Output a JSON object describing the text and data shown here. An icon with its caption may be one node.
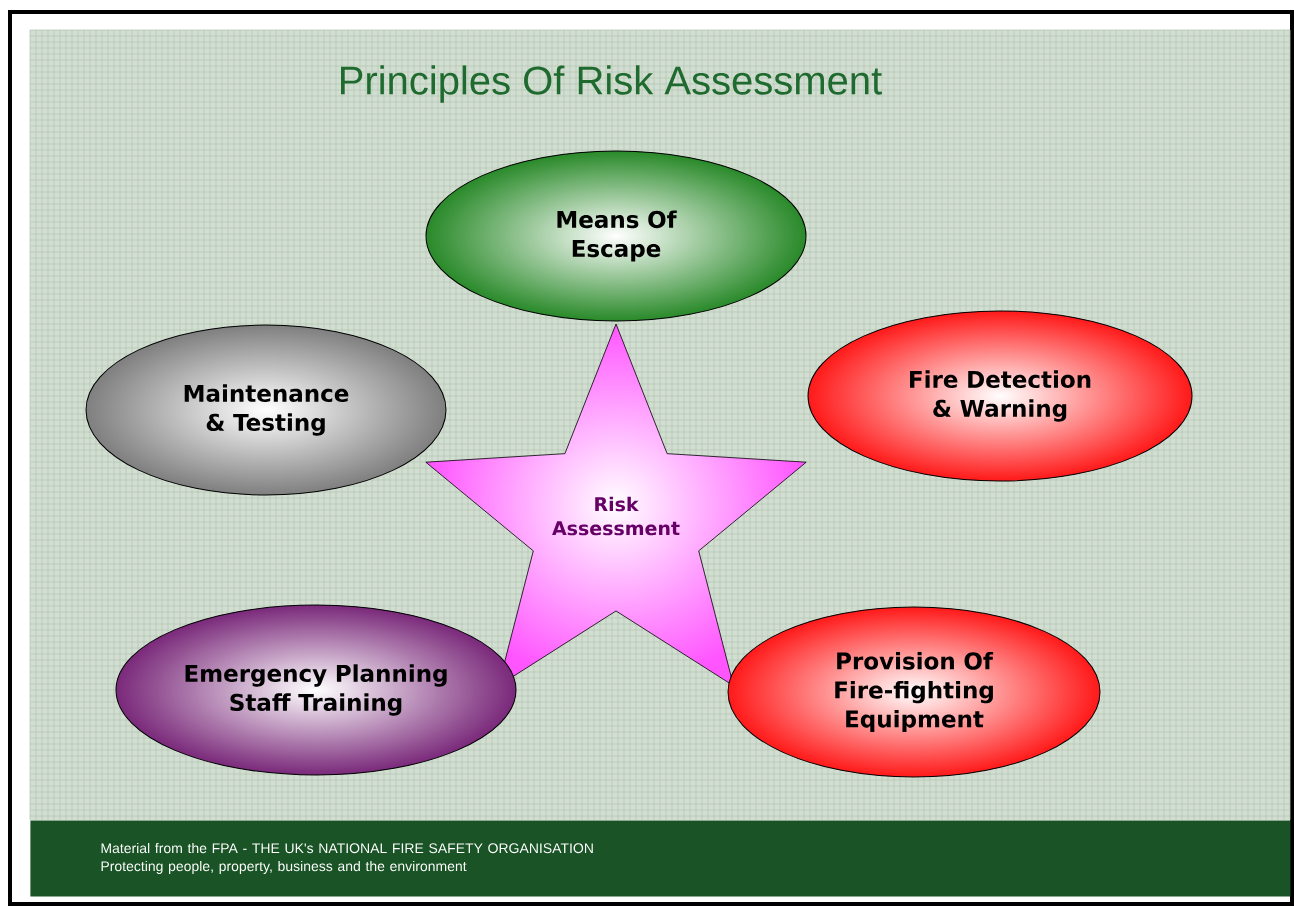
{
  "diagram": {
    "title": "Principles Of Risk Assessment",
    "nodes": [
      {
        "text": [
          "Means Of Escape"
        ]
      },
      {
        "text": [
          "Maintenance & Testing"
        ]
      },
      {
        "text": [
          "Risk Assessment"
        ]
      },
      {
        "text": [
          "Fire Detection & Warning"
        ]
      },
      {
        "text": [
          "Emergency Planning Staff Training"
        ]
      },
      {
        "text": [
          "Provision Of Fire-fighting Equipment"
        ]
      },
      {
        "text": [
          "Material from the FPA - THE UK's NATIONAL FIRE SAFETY ORGANISATION",
          "Protecting people, property, business and the environment"
        ]
      }
    ],
    "edges": []
  }
}
